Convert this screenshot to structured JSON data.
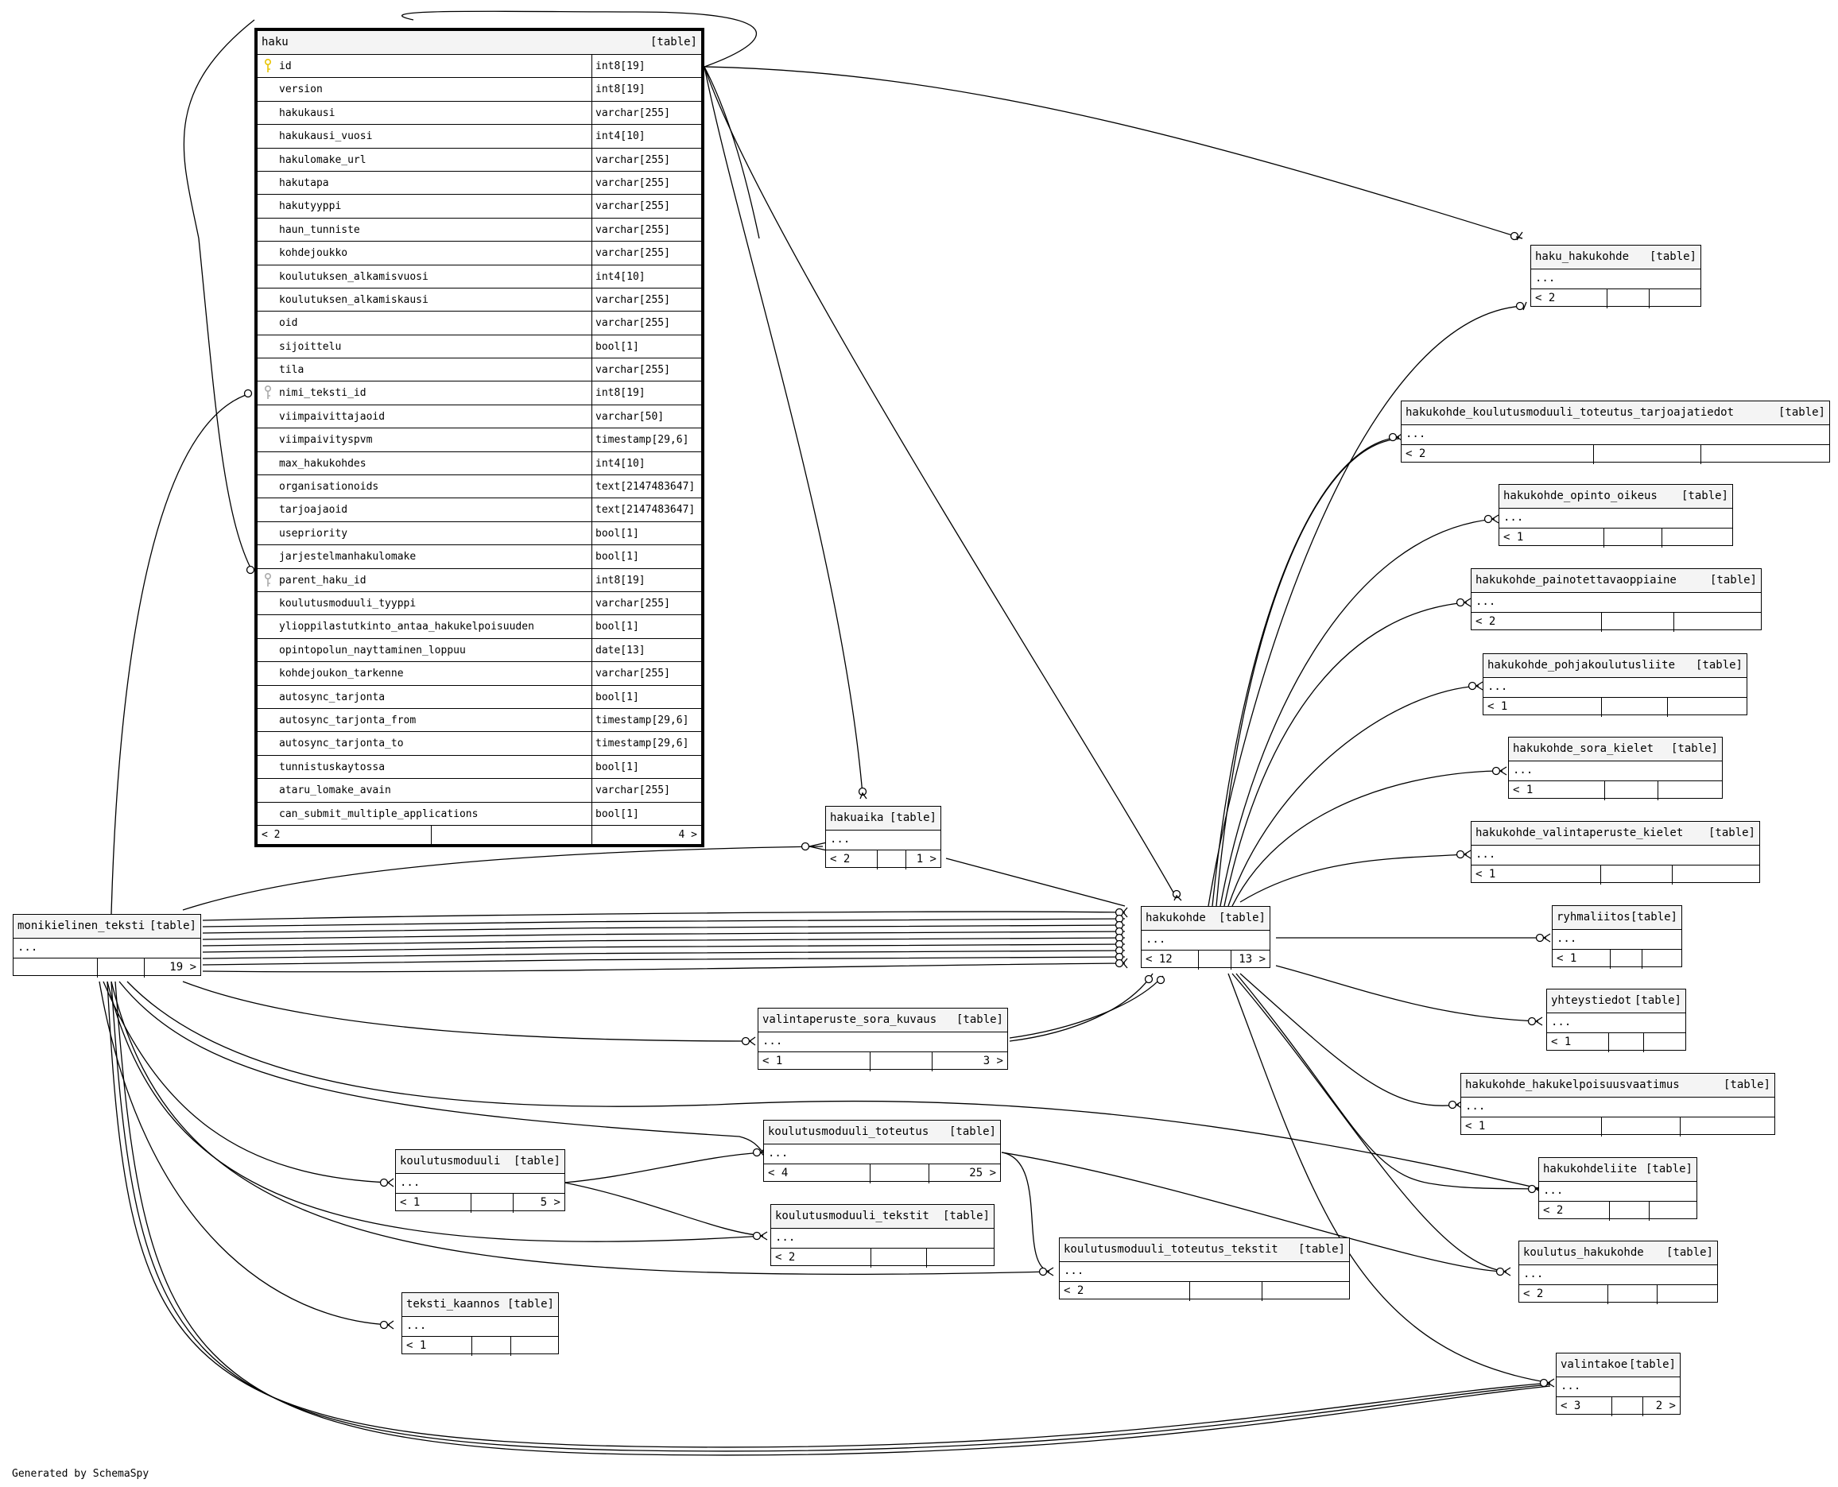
{
  "footer": "Generated by SchemaSpy",
  "haku": {
    "name": "haku",
    "tag": "[table]",
    "columns": [
      {
        "name": "id",
        "type": "int8[19]",
        "key": "primary"
      },
      {
        "name": "version",
        "type": "int8[19]"
      },
      {
        "name": "hakukausi",
        "type": "varchar[255]"
      },
      {
        "name": "hakukausi_vuosi",
        "type": "int4[10]"
      },
      {
        "name": "hakulomake_url",
        "type": "varchar[255]"
      },
      {
        "name": "hakutapa",
        "type": "varchar[255]"
      },
      {
        "name": "hakutyyppi",
        "type": "varchar[255]"
      },
      {
        "name": "haun_tunniste",
        "type": "varchar[255]"
      },
      {
        "name": "kohdejoukko",
        "type": "varchar[255]"
      },
      {
        "name": "koulutuksen_alkamisvuosi",
        "type": "int4[10]"
      },
      {
        "name": "koulutuksen_alkamiskausi",
        "type": "varchar[255]"
      },
      {
        "name": "oid",
        "type": "varchar[255]"
      },
      {
        "name": "sijoittelu",
        "type": "bool[1]"
      },
      {
        "name": "tila",
        "type": "varchar[255]"
      },
      {
        "name": "nimi_teksti_id",
        "type": "int8[19]",
        "key": "foreign"
      },
      {
        "name": "viimpaivittajaoid",
        "type": "varchar[50]"
      },
      {
        "name": "viimpaivityspvm",
        "type": "timestamp[29,6]"
      },
      {
        "name": "max_hakukohdes",
        "type": "int4[10]"
      },
      {
        "name": "organisationoids",
        "type": "text[2147483647]"
      },
      {
        "name": "tarjoajaoid",
        "type": "text[2147483647]"
      },
      {
        "name": "usepriority",
        "type": "bool[1]"
      },
      {
        "name": "jarjestelmanhakulomake",
        "type": "bool[1]"
      },
      {
        "name": "parent_haku_id",
        "type": "int8[19]",
        "key": "foreign"
      },
      {
        "name": "koulutusmoduuli_tyyppi",
        "type": "varchar[255]"
      },
      {
        "name": "ylioppilastutkinto_antaa_hakukelpoisuuden",
        "type": "bool[1]"
      },
      {
        "name": "opintopolun_nayttaminen_loppuu",
        "type": "date[13]"
      },
      {
        "name": "kohdejoukon_tarkenne",
        "type": "varchar[255]"
      },
      {
        "name": "autosync_tarjonta",
        "type": "bool[1]"
      },
      {
        "name": "autosync_tarjonta_from",
        "type": "timestamp[29,6]"
      },
      {
        "name": "autosync_tarjonta_to",
        "type": "timestamp[29,6]"
      },
      {
        "name": "tunnistuskaytossa",
        "type": "bool[1]"
      },
      {
        "name": "ataru_lomake_avain",
        "type": "varchar[255]"
      },
      {
        "name": "can_submit_multiple_applications",
        "type": "bool[1]"
      }
    ],
    "foot": {
      "parents": "< 2",
      "children": "4 >"
    }
  },
  "tables": [
    {
      "id": "haku_hakukohde",
      "name": "haku_hakukohde",
      "tag": "[table]",
      "dots": "...",
      "parents": "< 2",
      "children": ""
    },
    {
      "id": "hk_km_tot_tarj",
      "name": "hakukohde_koulutusmoduuli_toteutus_tarjoajatiedot",
      "tag": "[table]",
      "dots": "...",
      "parents": "< 2",
      "children": ""
    },
    {
      "id": "hk_opinto",
      "name": "hakukohde_opinto_oikeus",
      "tag": "[table]",
      "dots": "...",
      "parents": "< 1",
      "children": ""
    },
    {
      "id": "hk_paino",
      "name": "hakukohde_painotettavaoppiaine",
      "tag": "[table]",
      "dots": "...",
      "parents": "< 2",
      "children": ""
    },
    {
      "id": "hk_pohja",
      "name": "hakukohde_pohjakoulutusliite",
      "tag": "[table]",
      "dots": "...",
      "parents": "< 1",
      "children": ""
    },
    {
      "id": "hk_sora",
      "name": "hakukohde_sora_kielet",
      "tag": "[table]",
      "dots": "...",
      "parents": "< 1",
      "children": ""
    },
    {
      "id": "hk_valinta_kielet",
      "name": "hakukohde_valintaperuste_kielet",
      "tag": "[table]",
      "dots": "...",
      "parents": "< 1",
      "children": ""
    },
    {
      "id": "ryhmaliitos",
      "name": "ryhmaliitos",
      "tag": "[table]",
      "dots": "...",
      "parents": "< 1",
      "children": ""
    },
    {
      "id": "yhteystiedot",
      "name": "yhteystiedot",
      "tag": "[table]",
      "dots": "...",
      "parents": "< 1",
      "children": ""
    },
    {
      "id": "hk_hakukelp",
      "name": "hakukohde_hakukelpoisuusvaatimus",
      "tag": "[table]",
      "dots": "...",
      "parents": "< 1",
      "children": ""
    },
    {
      "id": "hakukohdeliite",
      "name": "hakukohdeliite",
      "tag": "[table]",
      "dots": "...",
      "parents": "< 2",
      "children": ""
    },
    {
      "id": "koulutus_hakukohde",
      "name": "koulutus_hakukohde",
      "tag": "[table]",
      "dots": "...",
      "parents": "< 2",
      "children": ""
    },
    {
      "id": "valintakoe",
      "name": "valintakoe",
      "tag": "[table]",
      "dots": "...",
      "parents": "< 3",
      "children": "2 >"
    },
    {
      "id": "hakuaika",
      "name": "hakuaika",
      "tag": "[table]",
      "dots": "...",
      "parents": "< 2",
      "children": "1 >"
    },
    {
      "id": "hakukohde",
      "name": "hakukohde",
      "tag": "[table]",
      "dots": "...",
      "parents": "< 12",
      "children": "13 >"
    },
    {
      "id": "monikielinen_teksti",
      "name": "monikielinen_teksti",
      "tag": "[table]",
      "dots": "...",
      "parents": "",
      "children": "19 >"
    },
    {
      "id": "valintaperuste_sora_kuvaus",
      "name": "valintaperuste_sora_kuvaus",
      "tag": "[table]",
      "dots": "...",
      "parents": "< 1",
      "children": "3 >"
    },
    {
      "id": "koulutusmoduuli_toteutus",
      "name": "koulutusmoduuli_toteutus",
      "tag": "[table]",
      "dots": "...",
      "parents": "< 4",
      "children": "25 >"
    },
    {
      "id": "koulutusmoduuli",
      "name": "koulutusmoduuli",
      "tag": "[table]",
      "dots": "...",
      "parents": "< 1",
      "children": "5 >"
    },
    {
      "id": "koulutusmoduuli_tekstit",
      "name": "koulutusmoduuli_tekstit",
      "tag": "[table]",
      "dots": "...",
      "parents": "< 2",
      "children": ""
    },
    {
      "id": "koulutusmoduuli_toteutus_tekstit",
      "name": "koulutusmoduuli_toteutus_tekstit",
      "tag": "[table]",
      "dots": "...",
      "parents": "< 2",
      "children": ""
    },
    {
      "id": "teksti_kaannos",
      "name": "teksti_kaannos",
      "tag": "[table]",
      "dots": "...",
      "parents": "< 1",
      "children": ""
    }
  ]
}
